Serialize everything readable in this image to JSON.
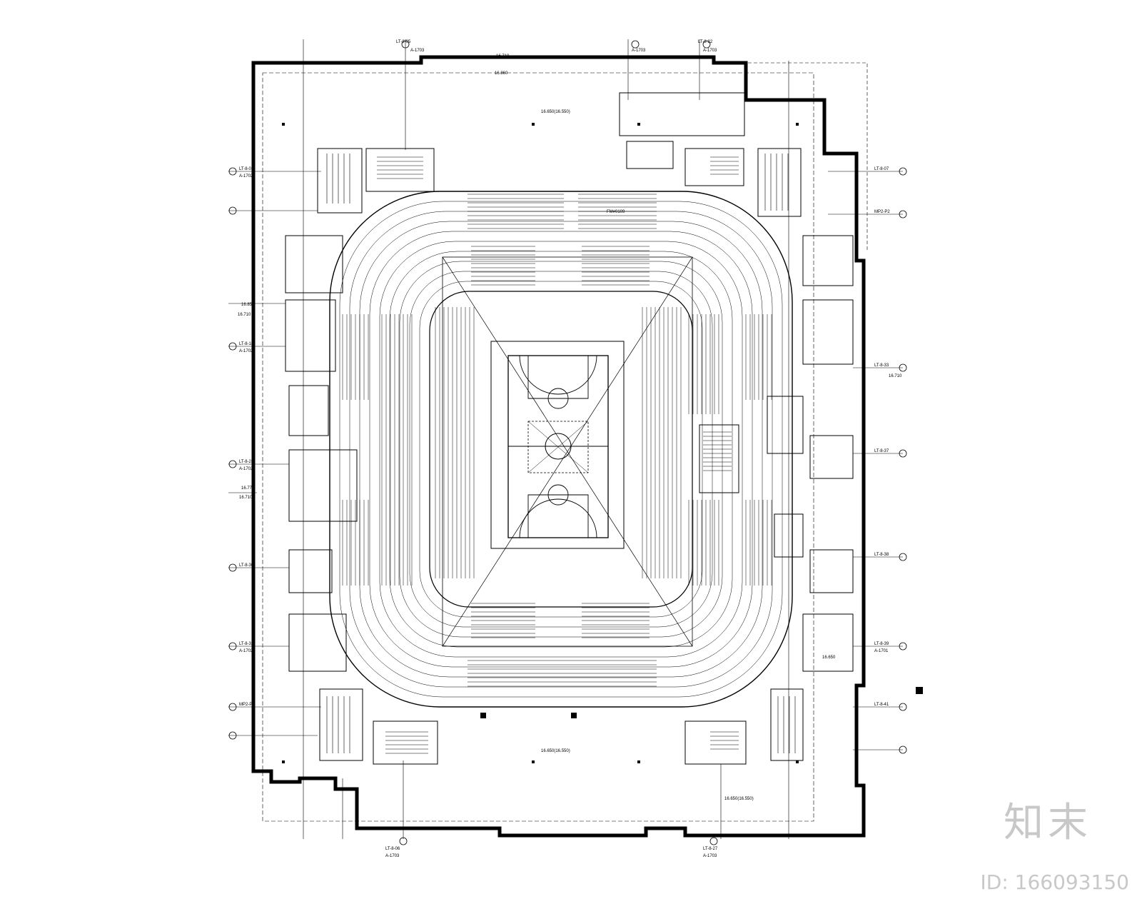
{
  "drawing": {
    "elevations": {
      "top": "16.710",
      "top_marker": "16.860",
      "left_upper_a": "16.850",
      "left_upper_b": "16.710",
      "left_mid_a": "16.770",
      "left_mid_b": "16.710",
      "right_upper": "16.710",
      "right_lower": "16.650"
    },
    "areas": {
      "north_lobby": "16.650(16.550)",
      "south_lobby": "16.650(16.550)",
      "south_east": "16.650(16.550)",
      "seat_zone": "FM#0109"
    },
    "section_marks": {
      "top": [
        "LT-8-05",
        "LT-8-22",
        "A-1703",
        "A-1703",
        "A-1703"
      ],
      "left": [
        "LT-8-03",
        "A-1702",
        "LT-8-18",
        "A-1702",
        "LT-8-28",
        "A-1702",
        "LT-8-30",
        "LT-8-32",
        "A-1702",
        "MP2-P4"
      ],
      "right": [
        "LT-8-07",
        "MP2-P2",
        "LT-8-33",
        "LT-8-37",
        "LT-8-38",
        "LT-8-39",
        "A-1701",
        "LT-8-41"
      ],
      "bottom": [
        "LT-8-06",
        "LT-8-27",
        "A-1703",
        "A-1703"
      ]
    }
  },
  "watermark": {
    "logo": "知末",
    "id": "ID: 166093150"
  }
}
